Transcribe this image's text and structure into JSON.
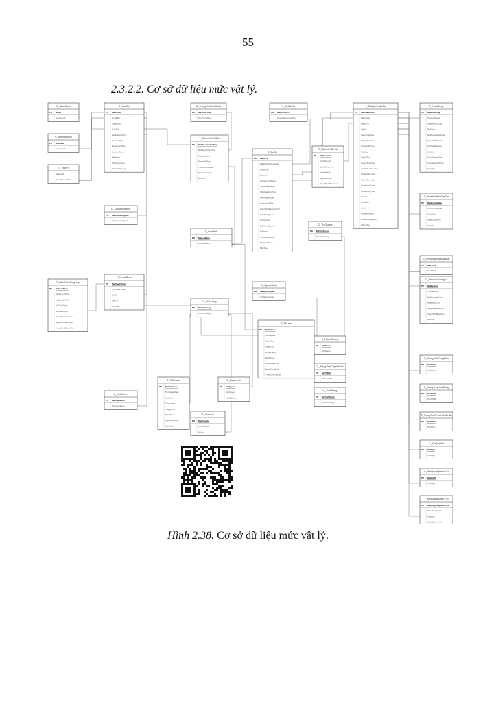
{
  "page": {
    "number": "55",
    "section_heading": "2.3.2.2. Cơ sở dữ liệu mức vật lý.",
    "caption_label": "Hình 2.38.",
    "caption_text": " Cơ sở dữ liệu mức vật lý."
  },
  "diagram": {
    "tables": [
      {
        "name": "C_NhuNhom",
        "key": "MaNT",
        "fields": [
          "TenCoTinh"
        ]
      },
      {
        "name": "C_KinhNghiem",
        "key": "IdSoHieu",
        "fields": [
          "TenCoTinh"
        ]
      },
      {
        "name": "C_HocVi",
        "key": "",
        "fields": [
          "MaHocVi",
          "ChuoiTruongTen"
        ]
      },
      {
        "name": "T_CanBo",
        "key": "MaCanBo",
        "fields": [
          "HoVaTen",
          "NgaySinh",
          "GioiTinh",
          "DanhMucHocVi",
          "NoiCongTac",
          "EmailCongTac",
          "SoDienThoai",
          "MatKhau",
          "NhomCongVu",
          "EmailDuPhong"
        ]
      },
      {
        "name": "C_TrangThaiCanThoai",
        "key": "MaTrangThai",
        "fields": [
          "TenTrangThai"
        ]
      },
      {
        "name": "T_HinhThucTongHop",
        "key": "MaHinhThuc",
        "fields": [
          "MoTaHinhThuc",
          "LaCuaBanThan",
          "MaCapDuyet",
          "TenCapDuyet",
          "NguoiTaoCapDuyet",
          "NgayTaoCapDuyet",
          "TrangThaiDuyetThu"
        ]
      },
      {
        "name": "T_CoCauTo",
        "key": "MaCoCauTo",
        "fields": [
          "QuangDuongToiThu"
        ]
      },
      {
        "name": "T_DeTai",
        "key": "MaDeTai",
        "fields": [
          "MaNhomNghienCuu",
          "TenDeTai",
          "LoaiHinh",
          "LinhVucUngDung",
          "ThoiGianBatDau",
          "ThoiGianKetThuc",
          "KinhPhiDuToan",
          "NguonKinhPhi",
          "TrangThaiNghiemThu",
          "TinhTrangDuyet",
          "NgayDuyet",
          "TaiKhoanDuyet",
          "TuKhoa",
          "TomTatNoiDung",
          "MaChuNhiem",
          "MucTieu"
        ]
      },
      {
        "name": "T_NhiemVuDeTai",
        "key": "MaNhiemVu",
        "fields": [
          "TenNhiemVu",
          "NguoiThucHien",
          "NgayBatDau",
          "NgayKetThuc",
          "TrangThaiThucHien"
        ]
      },
      {
        "name": "T_NhiemVuChiTiet",
        "key": "MaNhiemVuChiTiet",
        "fields": [
          "NoiDungNhiemVu",
          "NgayBatDau",
          "NgayKetThuc",
          "TienDoThucHien",
          "DanhGiaKetQua",
          "GhiChu"
        ]
      },
      {
        "name": "T_ThanhVienDeTai",
        "key": "MaThanhVien",
        "fields": [
          "MaCanBo",
          "MaDeTai",
          "VaiTro",
          "TyLeThamGia",
          "NgayThamGia",
          "NgayRoiNhom",
          "GhiChu",
          "TrangThai",
          "QuyenTruyCap",
          "HinhThucThamGia",
          "ChuKyThamGia",
          "SoGioThamGia",
          "CongViecChinh",
          "DonViCongTac",
          "ChucVu",
          "HocHam",
          "HocVi",
          "ChuyenNganh",
          "NamKinhNghiem",
          "ThanhTuu"
        ]
      },
      {
        "name": "T_HoatDong",
        "key": "MaHoatDong",
        "fields": [
          "TenHoatDong",
          "NgayHoatDong",
          "DiaDiem",
          "NoiDungHoatDong",
          "NguoiPhuTrach",
          "KetQuaDatDuoc",
          "GhiChu",
          "ThoiGianBatDau",
          "ThoiGianKetThuc",
          "KinhPhi"
        ]
      },
      {
        "name": "C_NhaXuatBanTapChi",
        "key": "MaNhaXuatBan",
        "fields": [
          "TenNhaXuatBan",
          "QuocGia",
          "NgayCapPhep",
          "GhiChu"
        ]
      },
      {
        "name": "C_PhuongThucKhaoSat",
        "key": "MaPTKS",
        "fields": [
          "TenPTKS"
        ]
      },
      {
        "name": "C_BaoCaoThongKe",
        "key": "MaBaoCao",
        "fields": [
          "TenBaoCao",
          "NoiDungBaoCao",
          "NgayBaoCao",
          "NguoiLapBaoCao",
          "TrangThaiBaoCao",
          "GhiChu"
        ]
      },
      {
        "name": "C_TrangThaiCongViec",
        "key": "MaTTCV",
        "fields": [
          "TenTTCV"
        ]
      },
      {
        "name": "C_TrangThaiHoatDong",
        "key": "MaTTHD",
        "fields": [
          "TenTTHD"
        ]
      },
      {
        "name": "C_TrangThaiThucHienDeTai",
        "key": "MaTTTH",
        "fields": [
          "TenTTTH"
        ]
      },
      {
        "name": "C_KetQuaXet",
        "key": "MaKQX",
        "fields": [
          "TenKQX"
        ]
      },
      {
        "name": "C_KetQuaNghiemThu",
        "key": "MaKQNT",
        "fields": [
          "TenKQNT"
        ]
      },
      {
        "name": "T_KetQuaNghiemThu",
        "key": "MaKetQuaNghiemThu",
        "fields": [
          "DiemTrungBinh",
          "XepLoai",
          "NgayNghiemThu",
          "ChuTichHoiDong"
        ]
      },
      {
        "name": "C_ChuyenNganh",
        "key": "MaChuyenNganh",
        "fields": [
          "TenChuyenNganh"
        ]
      },
      {
        "name": "T_LoaiHinh",
        "key": "MaLoaiHinh",
        "fields": [
          "TenLoaiHinh"
        ]
      },
      {
        "name": "T_ThanhPhan",
        "key": "MaThanhPhan",
        "fields": [
          "TenThanhPhan",
          "MoTa",
          "ThuTu",
          "GhiChu"
        ]
      },
      {
        "name": "C_ThuTuong",
        "key": "MaThuTuong",
        "fields": [
          "TenThuTuong"
        ]
      },
      {
        "name": "C_NguonQuan",
        "key": "MaNguonQuan",
        "fields": [
          "TenNguonQuan"
        ]
      },
      {
        "name": "T_TaiLieu",
        "key": "MaTaiLieu",
        "fields": [
          "TenTaiLieu",
          "NguoiTao",
          "NgayTao",
          "DungLuong",
          "DinhDang",
          "NguoiCapNhat",
          "NgayCapNhat",
          "TrangThaiTaiLieu"
        ]
      },
      {
        "name": "C_KiThuong",
        "key": "MaKiThuong",
        "fields": [
          "TenKiThuong"
        ]
      },
      {
        "name": "T_TaiKhoan",
        "key": "MaTaiKhoan",
        "fields": [
          "TenDangNhap",
          "MatKhau",
          "QuyenHan",
          "TrangThai",
          "NgayTao",
          "NgayCapNhat",
          "NguoiTao"
        ]
      },
      {
        "name": "T_QuyenHan",
        "key": "MaQuyen",
        "fields": [
          "TenQuyen",
          "MoTaQuyen"
        ]
      },
      {
        "name": "C_LoaiNhom",
        "key": "MaLoaiNhom",
        "fields": [
          "TenLoaiNhom"
        ]
      },
      {
        "name": "T_ChucVu",
        "key": "MaChucVu",
        "fields": [
          "TenChucVu",
          "MoTa"
        ]
      },
      {
        "name": "C_NhomChung",
        "key": "MaNhom",
        "fields": [
          "TenNhom"
        ]
      },
      {
        "name": "C_TrangThaiDuyetHoSo",
        "key": "MaTTDHS",
        "fields": [
          "TenTTDHS"
        ]
      },
      {
        "name": "C_TinhTrang",
        "key": "MaTinhTrang",
        "fields": [
          "TenTinhTrang"
        ]
      }
    ]
  }
}
